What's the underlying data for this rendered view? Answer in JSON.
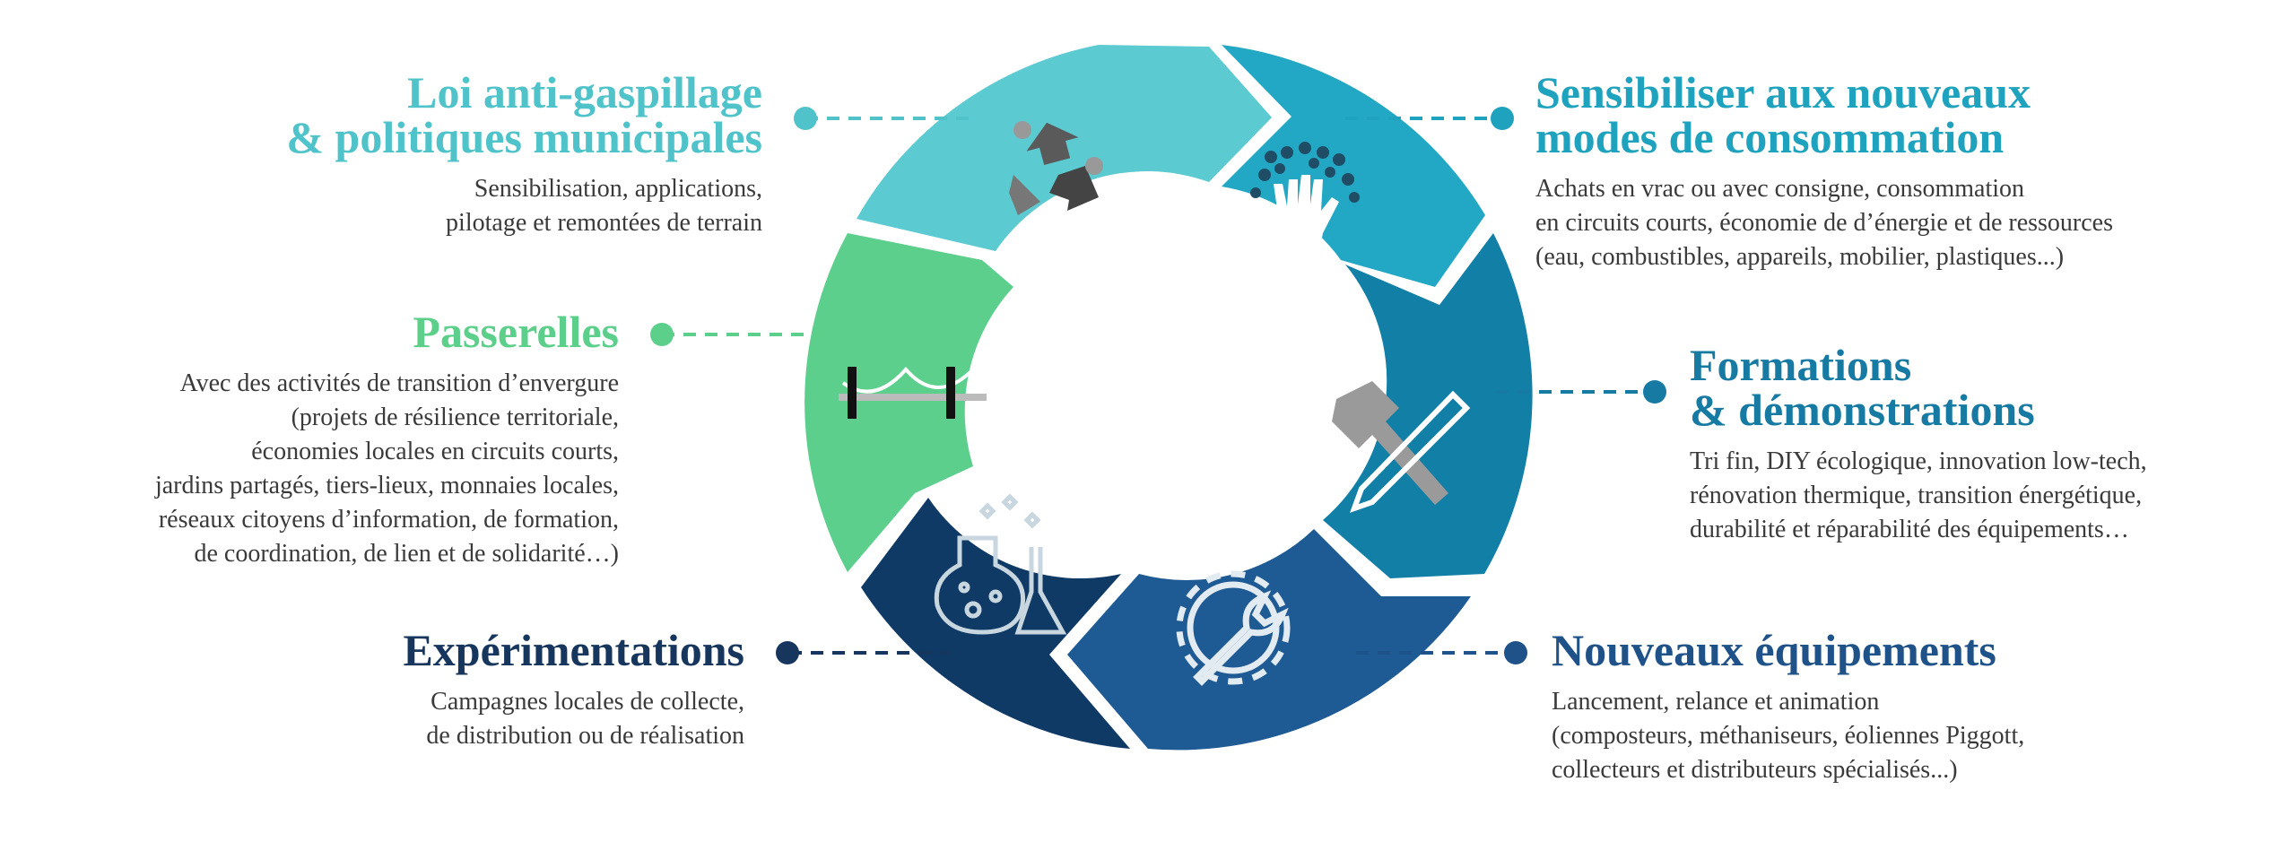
{
  "colors": {
    "loi": "#4fc3c9",
    "passerelles": "#5ccf8b",
    "experimentations": "#17365d",
    "sensibiliser": "#1fa2bd",
    "formations": "#167aa3",
    "equipements": "#1f5288",
    "text": "#3a3a3a"
  },
  "items": {
    "loi": {
      "title_lines": [
        "Loi anti-gaspillage",
        "& politiques municipales"
      ],
      "desc_lines": [
        "Sensibilisation, applications,",
        "pilotage et remontées de terrain"
      ],
      "icon": "recycle-icon"
    },
    "passerelles": {
      "title_lines": [
        "Passerelles"
      ],
      "desc_lines": [
        "Avec des activités de transition d’envergure",
        "(projets de résilience territoriale,",
        "économies locales en circuits courts,",
        "jardins partagés, tiers-lieux, monnaies locales,",
        "réseaux citoyens d’information, de formation,",
        "de coordination, de lien et de solidarité…)"
      ],
      "icon": "bridge-icon"
    },
    "experimentations": {
      "title_lines": [
        "Expérimentations"
      ],
      "desc_lines": [
        "Campagnes locales de collecte,",
        "de distribution ou de réalisation"
      ],
      "icon": "flask-icon"
    },
    "sensibiliser": {
      "title_lines": [
        "Sensibiliser aux nouveaux",
        "modes de consommation"
      ],
      "desc_lines": [
        "Achats en vrac ou avec consigne, consommation",
        "en circuits courts, économie de d’énergie et de ressources",
        "(eau, combustibles, appareils, mobilier, plastiques...)"
      ],
      "icon": "hand-tree-icon"
    },
    "formations": {
      "title_lines": [
        "Formations",
        "& démonstrations"
      ],
      "desc_lines": [
        "Tri fin, DIY écologique, innovation low-tech,",
        "rénovation thermique, transition énergétique,",
        "durabilité et réparabilité des équipements…"
      ],
      "icon": "hammer-pen-icon"
    },
    "equipements": {
      "title_lines": [
        "Nouveaux équipements"
      ],
      "desc_lines": [
        "Lancement, relance et animation",
        "(composteurs, méthaniseurs, éoliennes Piggott,",
        "collecteurs et distributeurs spécialisés...)"
      ],
      "icon": "gear-wrench-icon"
    }
  }
}
